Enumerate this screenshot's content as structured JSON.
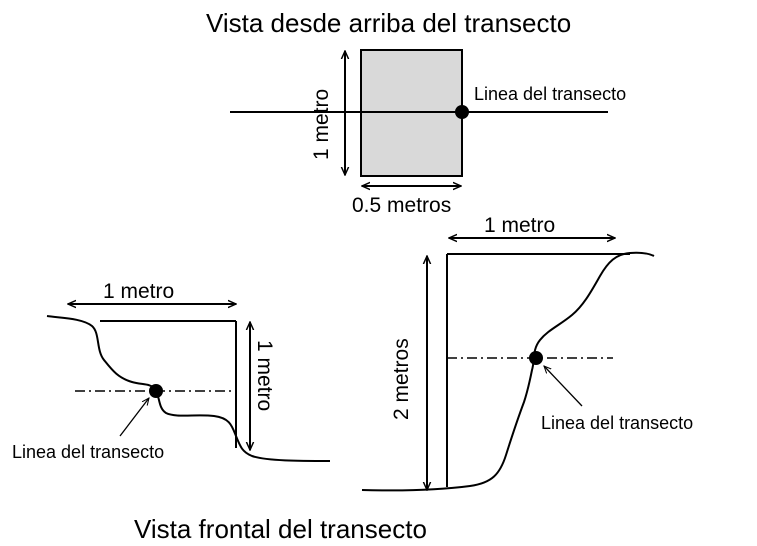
{
  "titles": {
    "top_view": "Vista desde arriba del transecto",
    "front_view": "Vista frontal del transecto"
  },
  "top_view": {
    "transect_label": "Linea del transecto",
    "height_label": "1 metro",
    "width_label": "0.5 metros"
  },
  "left_front_view": {
    "width_label": "1 metro",
    "height_label": "1 metro",
    "transect_label": "Linea del transecto"
  },
  "right_front_view": {
    "width_label": "1 metro",
    "height_label": "2 metros",
    "transect_label": "Linea del transecto"
  },
  "colors": {
    "line": "#000000",
    "quadrat_fill": "#d9d9d9",
    "background": "#ffffff"
  }
}
